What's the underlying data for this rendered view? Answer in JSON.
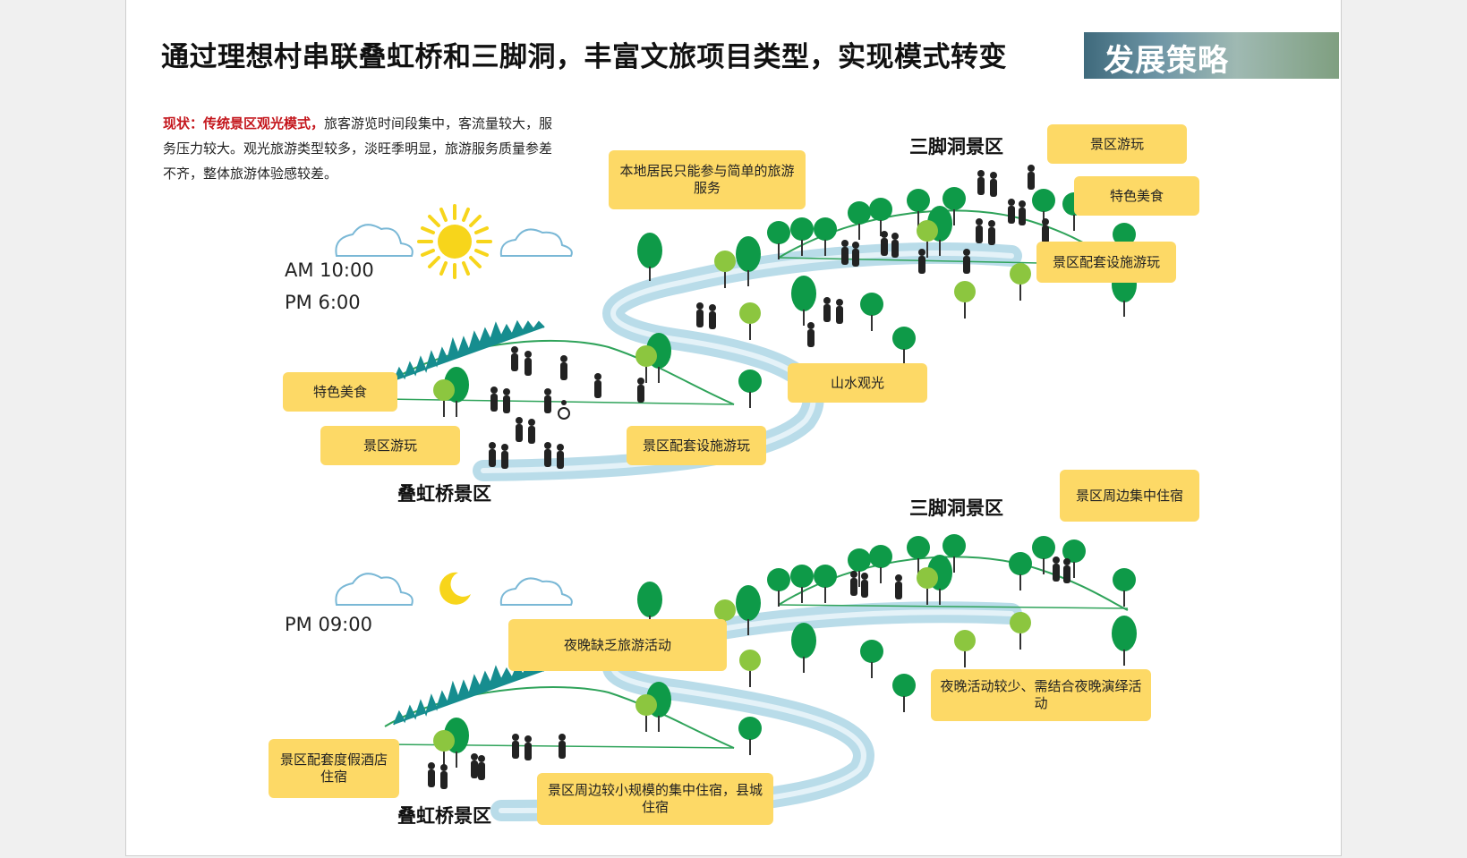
{
  "title": "通过理想村串联叠虹桥和三脚洞，丰富文旅项目类型，实现模式转变",
  "badge": "发展策略",
  "status": {
    "lead": "现状：传统景区观光模式，",
    "body": "旅客游览时间段集中，客流量较大，服务压力较大。观光旅游类型较多，淡旺季明显，旅游服务质量参差不齐，整体旅游体验感较差。"
  },
  "day": {
    "times": [
      "AM 10:00",
      "PM 6:00"
    ],
    "zone_top": "三脚洞景区",
    "zone_bottom": "叠虹桥景区",
    "tags": {
      "local": "本地居民只能参与简单的旅游服务",
      "play_top": "景区游玩",
      "food_top": "特色美食",
      "facility_top": "景区配套设施游玩",
      "landscape": "山水观光",
      "food_bottom": "特色美食",
      "play_bottom": "景区游玩",
      "facility_bottom": "景区配套设施游玩"
    }
  },
  "night": {
    "time": "PM 09:00",
    "zone_top": "三脚洞景区",
    "zone_bottom": "叠虹桥景区",
    "tags": {
      "stay_top": "景区周边集中住宿",
      "lack": "夜晚缺乏旅游活动",
      "few": "夜晚活动较少、需结合夜晚演绎活动",
      "resort": "景区配套度假酒店住宿",
      "county": "景区周边较小规模的集中住宿，县城住宿"
    }
  },
  "colors": {
    "tag_fill": "#fdd966",
    "highlight": "#c4161c",
    "tree_dark": "#0e9a48",
    "tree_light": "#8cc63f",
    "river": "#b9dce9",
    "sun": "#f7d51b"
  }
}
